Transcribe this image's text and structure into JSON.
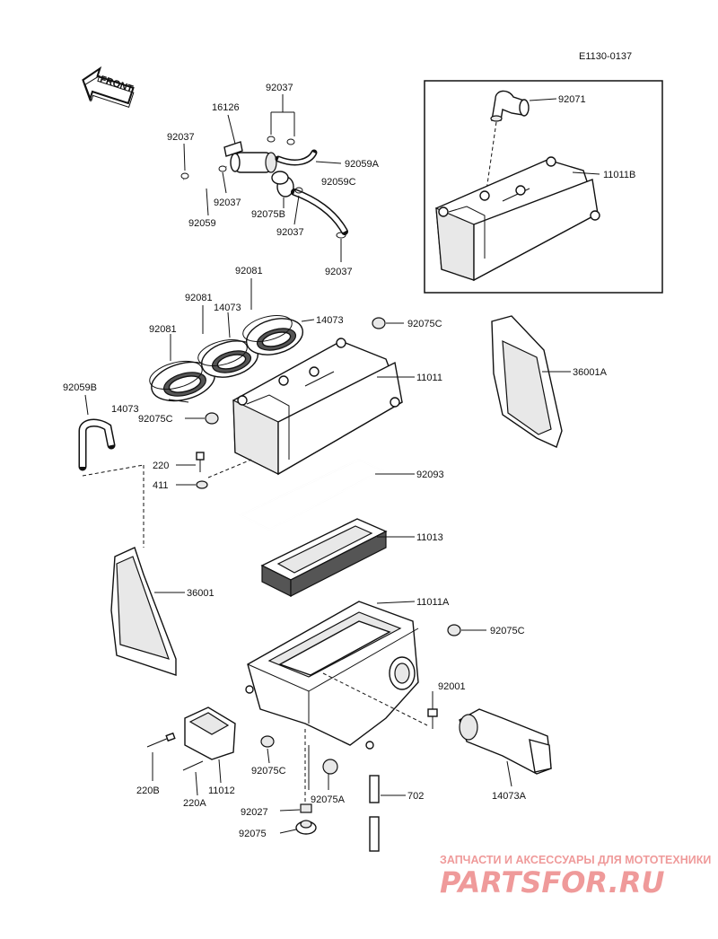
{
  "diagram_code": "E1130-0137",
  "front_arrow_label": "FRONT",
  "callouts": {
    "c92037_top": "92037",
    "c16126": "16126",
    "c92037_left": "92037",
    "c92059A": "92059A",
    "c92037_mid": "92037",
    "c92059C": "92059C",
    "c92059": "92059",
    "c92075B": "92075B",
    "c92037_lower": "92037",
    "c92037_bottom": "92037",
    "c92071": "92071",
    "c11011B": "11011B",
    "c92081_top": "92081",
    "c92081_mid": "92081",
    "c14073_mid": "14073",
    "c14073_right": "14073",
    "c92081_left": "92081",
    "c92075C_top": "92075C",
    "c11011": "11011",
    "c36001A": "36001A",
    "c92059B": "92059B",
    "c14073_left": "14073",
    "c92075C_left": "92075C",
    "c220": "220",
    "c411": "411",
    "c92093": "92093",
    "c11013": "11013",
    "c36001": "36001",
    "c11011A": "11011A",
    "c92075C_right": "92075C",
    "c92001": "92001",
    "c220B": "220B",
    "c220A": "220A",
    "c11012": "11012",
    "c92075C_bottom": "92075C",
    "c92075A": "92075A",
    "c702": "702",
    "c14073A": "14073A",
    "c92027": "92027",
    "c92075": "92075"
  },
  "watermark": {
    "line1": "ЗАПЧАСТИ И АКСЕССУАРЫ ДЛЯ МОТОТЕХНИКИ",
    "line2": "PARTSFOR.RU"
  }
}
